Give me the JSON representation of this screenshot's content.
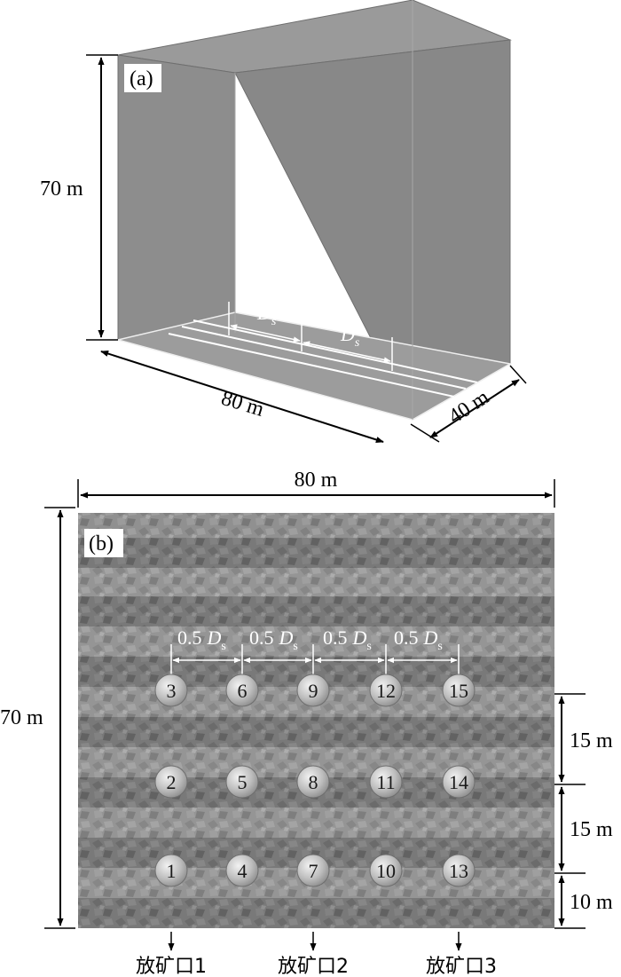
{
  "panel_a": {
    "tag": "(a)",
    "height_label": "70 m",
    "length_label": "80 m",
    "depth_label": "40 m",
    "spacing_symbol": "D",
    "spacing_subscript": "s"
  },
  "panel_b": {
    "tag": "(b)",
    "width_label": "80 m",
    "height_label": "70 m",
    "spacing_label": "0.5",
    "spacing_symbol": "D",
    "spacing_subscript": "s",
    "level_spacings": [
      "15 m",
      "15 m",
      "10 m"
    ],
    "markers": [
      [
        "3",
        "6",
        "9",
        "12",
        "15"
      ],
      [
        "2",
        "5",
        "8",
        "11",
        "14"
      ],
      [
        "1",
        "4",
        "7",
        "10",
        "13"
      ]
    ],
    "outlets": [
      "放矿口1",
      "放矿口2",
      "放矿口3"
    ]
  }
}
